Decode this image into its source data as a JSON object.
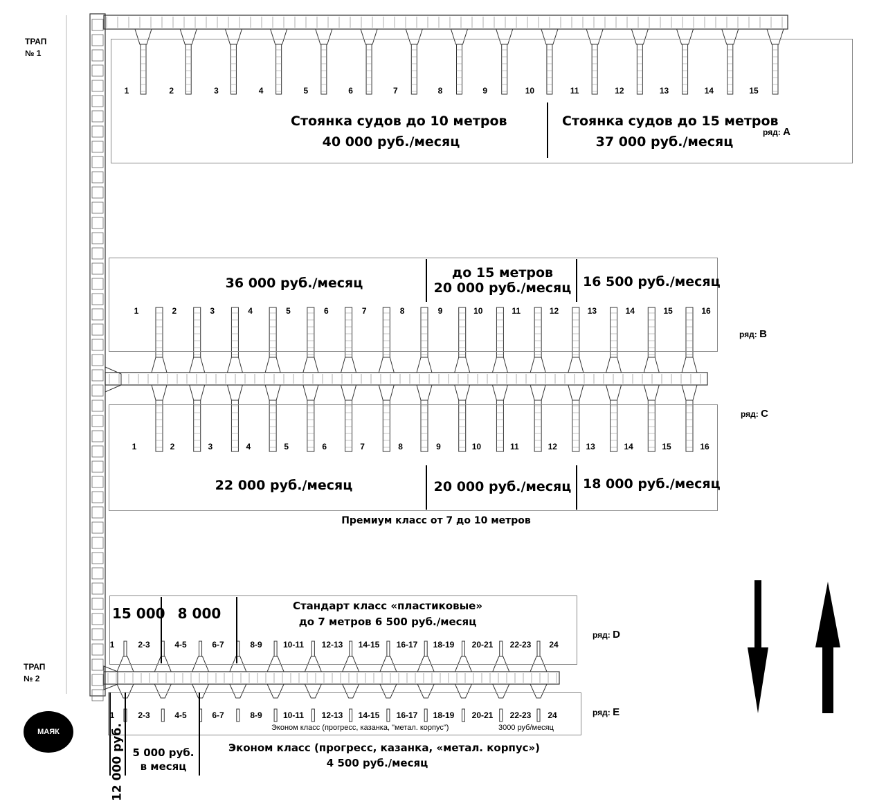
{
  "gangway1": {
    "line1": "ТРАП",
    "line2": "№ 1"
  },
  "gangway2": {
    "line1": "ТРАП",
    "line2": "№ 2"
  },
  "lighthouse": "МАЯК",
  "rowA": {
    "label": "ряд:",
    "letter": "A",
    "slots": [
      "1",
      "2",
      "3",
      "4",
      "5",
      "6",
      "7",
      "8",
      "9",
      "10",
      "11",
      "12",
      "13",
      "14",
      "15"
    ],
    "zone1": {
      "line1": "Стоянка судов до 10 метров",
      "line2": "40 000 руб./месяц"
    },
    "zone2": {
      "line1": "Стоянка судов до 15 метров",
      "line2": "37 000 руб./месяц"
    }
  },
  "rowB": {
    "label": "ряд:",
    "letter": "B",
    "slots": [
      "1",
      "2",
      "3",
      "4",
      "5",
      "6",
      "7",
      "8",
      "9",
      "10",
      "11",
      "12",
      "13",
      "14",
      "15",
      "16"
    ],
    "zone1": "36 000 руб./месяц",
    "zone2": {
      "line1": "до 15 метров",
      "line2": "20 000 руб./месяц"
    },
    "zone3": "16 500 руб./месяц"
  },
  "rowC": {
    "label": "ряд:",
    "letter": "C",
    "slots": [
      "1",
      "2",
      "3",
      "4",
      "5",
      "6",
      "7",
      "8",
      "9",
      "10",
      "11",
      "12",
      "13",
      "14",
      "15",
      "16"
    ],
    "zone1": "22 000 руб./месяц",
    "zone2": "20 000 руб./месяц",
    "zone3": "18 000 руб./месяц",
    "caption": "Премиум класс от 7 до 10 метров"
  },
  "rowD": {
    "label": "ряд:",
    "letter": "D",
    "slots": [
      "1",
      "2-3",
      "4-5",
      "6-7",
      "8-9",
      "10-11",
      "12-13",
      "14-15",
      "16-17",
      "18-19",
      "20-21",
      "22-23",
      "24"
    ],
    "zone1": "15 000",
    "zone2": "8 000",
    "zone3": {
      "line1": "Стандарт класс «пластиковые»",
      "line2": "до 7 метров 6 500 руб./месяц"
    }
  },
  "rowE": {
    "label": "ряд:",
    "letter": "E",
    "slots": [
      "1",
      "2-3",
      "4-5",
      "6-7",
      "8-9",
      "10-11",
      "12-13",
      "14-15",
      "16-17",
      "18-19",
      "20-21",
      "22-23",
      "24"
    ],
    "econ_small": "Эконом класс (прогресс, казанка, \"метал. корпус\")",
    "econ_small_price": "3000 руб/месяц",
    "zone1": "12 000 руб.",
    "zone2": {
      "line1": "5 000 руб.",
      "line2": "в месяц"
    },
    "zone3": {
      "line1": "Эконом класс (прогресс, казанка, «метал. корпус»)",
      "line2": "4 500 руб./месяц"
    }
  }
}
